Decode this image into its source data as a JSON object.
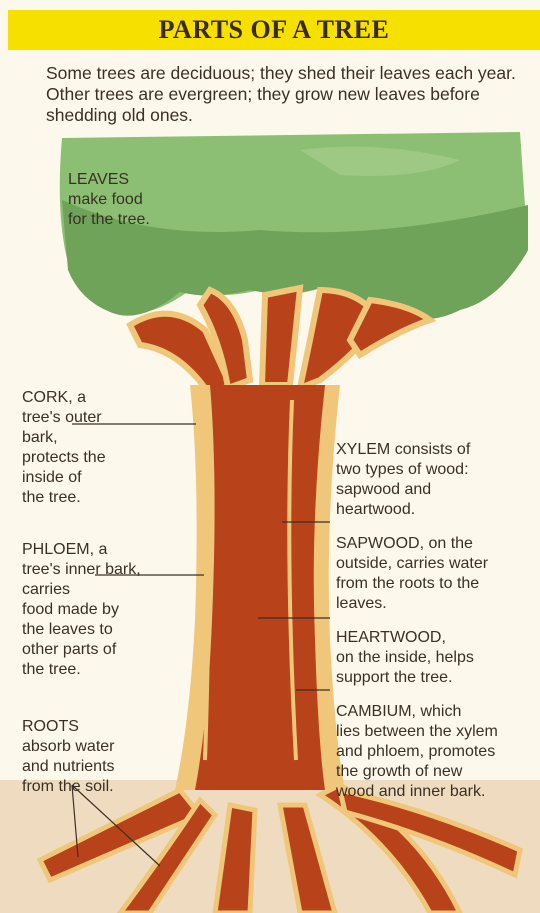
{
  "title": "PARTS OF A TREE",
  "intro": "Some trees are deciduous; they shed their leaves each year. Other trees are evergreen; they grow new leaves before shedding old ones.",
  "labels": {
    "leaves": {
      "term": "LEAVES",
      "text": "make food\nfor the tree."
    },
    "cork": {
      "term": "CORK, a",
      "text": "tree's outer\nbark,\nprotects the\ninside of\nthe tree."
    },
    "phloem": {
      "term": "PHLOEM, a",
      "text": "tree's inner bark,\ncarries\nfood made by\nthe leaves to\nother parts of\nthe tree."
    },
    "roots": {
      "term": "ROOTS",
      "text": "absorb water\nand nutrients\nfrom the soil."
    },
    "xylem": {
      "term": "XYLEM consists of",
      "text": "two types of wood:\nsapwood and\nheartwood."
    },
    "sapwood": {
      "term": "SAPWOOD, on the",
      "text": "outside, carries water\nfrom the roots to the\nleaves."
    },
    "heartwood": {
      "term": "HEARTWOOD,",
      "text": "on the inside, helps\nsupport the tree."
    },
    "cambium": {
      "term": "CAMBIUM, which",
      "text": "lies between the xylem\nand phloem, promotes\nthe growth of new\nwood and inner bark."
    }
  },
  "colors": {
    "header": "#f6e000",
    "foliage": "#7fb06a",
    "bark": "#b8431a",
    "sapwood": "#f0c77a"
  }
}
